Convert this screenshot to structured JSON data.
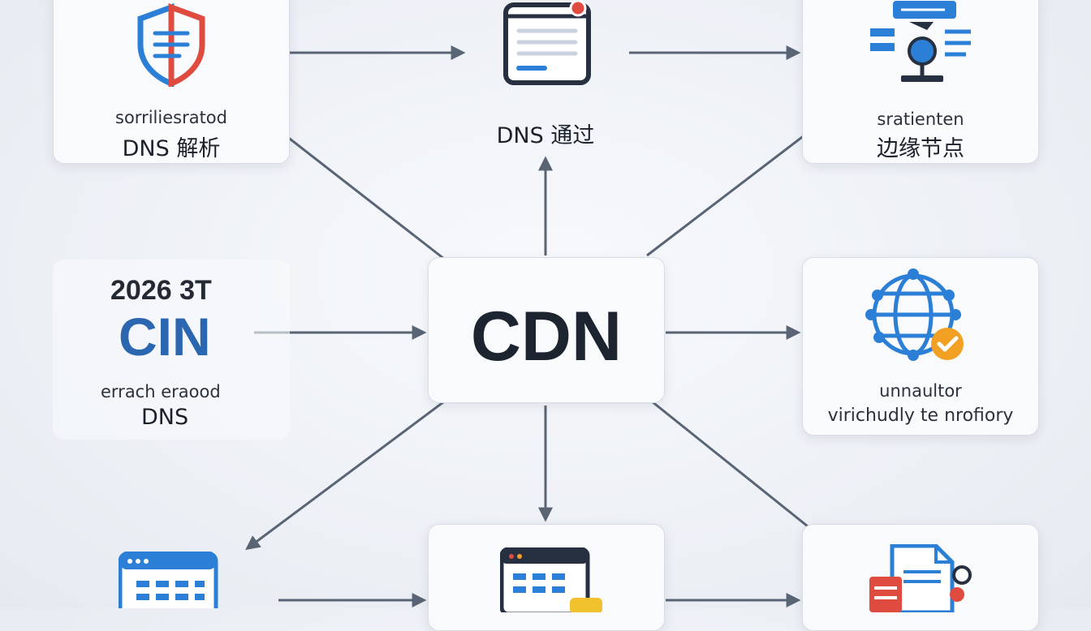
{
  "diagram": {
    "center": {
      "title": "CDN"
    },
    "top_left": {
      "caption": "sorriliesratod",
      "title": "DNS 解析"
    },
    "top_middle": {
      "title": "DNS 通过"
    },
    "top_right": {
      "caption": "sratienten",
      "title": "边缘节点"
    },
    "mid_left": {
      "year": "2026 3T",
      "big": "CIN",
      "caption": "errach eraood",
      "title": "DNS"
    },
    "mid_right": {
      "caption": "unnaultor",
      "title": "virichudly te nrofiory"
    }
  },
  "colors": {
    "arrow": "#596575",
    "blue": "#2b7fd6",
    "red": "#e04b3f",
    "orange": "#f2a024",
    "dark": "#1c2430"
  }
}
